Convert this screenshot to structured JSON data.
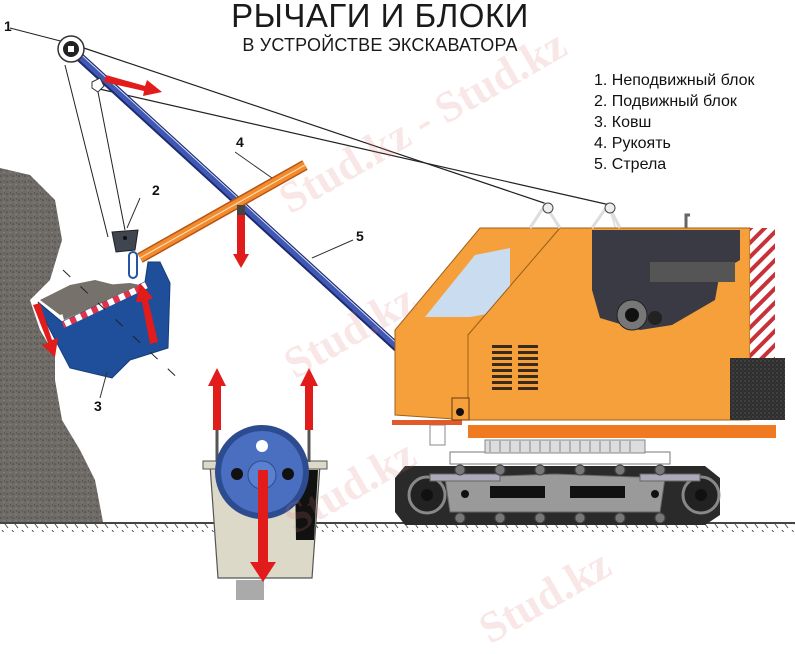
{
  "title": {
    "main": "РЫЧАГИ И БЛОКИ",
    "subtitle": "В УСТРОЙСТВЕ ЭКСКАВАТОРА"
  },
  "legend": {
    "items": [
      {
        "num": "1",
        "label": "1. Неподвижный блок"
      },
      {
        "num": "2",
        "label": "2. Подвижный блок"
      },
      {
        "num": "3",
        "label": "3. Ковш"
      },
      {
        "num": "4",
        "label": "4. Рукоять"
      },
      {
        "num": "5",
        "label": "5. Стрела"
      }
    ]
  },
  "callouts": {
    "fixed_block": "1",
    "movable_block": "2",
    "bucket": "3",
    "handle": "4",
    "boom": "5"
  },
  "watermark": {
    "text": "Stud.kz",
    "text_long": "Stud.kz - Stud.kz"
  },
  "colors": {
    "boom_blue": "#2b3f8f",
    "handle_orange": "#f07a22",
    "body_orange": "#f5a03a",
    "arrow_red": "#e21b1b",
    "bucket_blue": "#2456a0",
    "rock_gray": "#6e6a66",
    "track_dark": "#2a2a2a"
  }
}
